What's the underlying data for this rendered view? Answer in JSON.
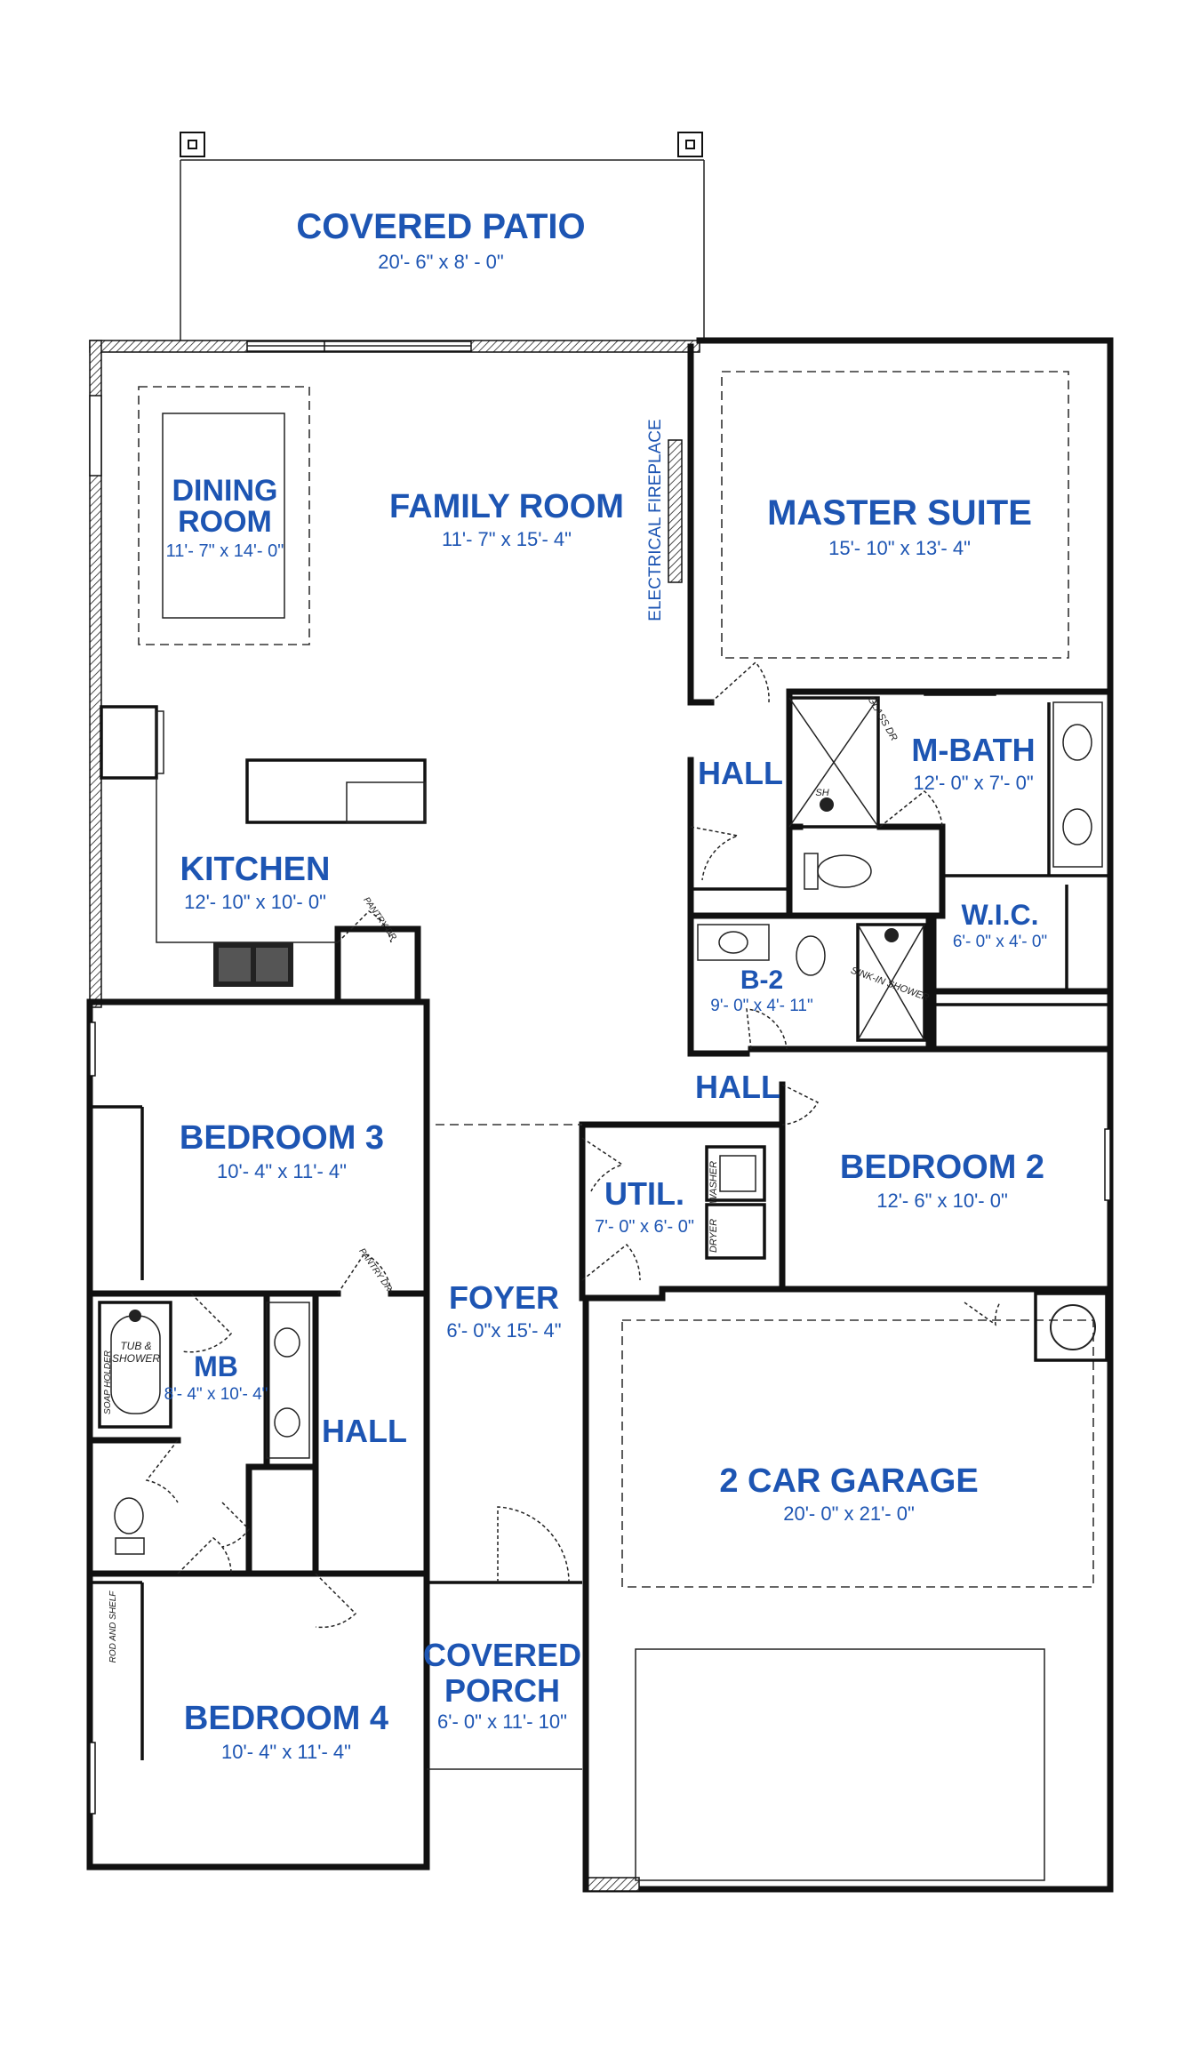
{
  "rooms": {
    "covered_patio": {
      "name": "COVERED PATIO",
      "dim": "20'- 6\" x 8' - 0\""
    },
    "dining_room": {
      "name_line1": "DINING",
      "name_line2": "ROOM",
      "dim": "11'- 7\" x 14'- 0\""
    },
    "family_room": {
      "name": "FAMILY ROOM",
      "dim": "11'- 7\" x 15'- 4\""
    },
    "master_suite": {
      "name": "MASTER SUITE",
      "dim": "15'- 10\" x 13'- 4\""
    },
    "m_bath": {
      "name": "M-BATH",
      "dim": "12'- 0\" x 7'- 0\""
    },
    "wic": {
      "name": "W.I.C.",
      "dim": "6'- 0\" x 4'- 0\""
    },
    "b2": {
      "name": "B-2",
      "dim": "9'- 0\" x 4'- 11\""
    },
    "hall_top": {
      "name": "HALL"
    },
    "hall_mid": {
      "name": "HALL"
    },
    "hall_left": {
      "name": "HALL"
    },
    "kitchen": {
      "name": "KITCHEN",
      "dim": "12'- 10\" x 10'- 0\""
    },
    "bedroom3": {
      "name": "BEDROOM 3",
      "dim": "10'- 4\" x 11'- 4\""
    },
    "bedroom2": {
      "name": "BEDROOM 2",
      "dim": "12'- 6\" x 10'- 0\""
    },
    "util": {
      "name": "UTIL.",
      "dim": "7'- 0\" x 6'- 0\""
    },
    "foyer": {
      "name": "FOYER",
      "dim": "6'- 0\"x 15'- 4\""
    },
    "mb": {
      "name": "MB",
      "dim": "8'- 4\" x 10'- 4\""
    },
    "garage": {
      "name": "2 CAR GARAGE",
      "dim": "20'- 0\" x 21'- 0\""
    },
    "covered_porch": {
      "name_line1": "COVERED",
      "name_line2": "PORCH",
      "dim": "6'- 0\" x 11'- 10\""
    },
    "bedroom4": {
      "name": "BEDROOM 4",
      "dim": "10'- 4\" x 11'- 4\""
    }
  },
  "notes": {
    "fireplace": "ELECTRICAL FIREPLACE",
    "glass_dr": "GLASS DR",
    "sh": "SH",
    "sink_shower": "SINK-IN SHOWER",
    "washer": "WASHER",
    "dryer": "DRYER",
    "tub_shower_1": "TUB &",
    "tub_shower_2": "SHOWER",
    "soap_holder": "SOAP HOLDER",
    "rod_shelf": "ROD AND SHELF",
    "pantry_dr_1": "PANTRY DR",
    "pantry_dr_2": "PANTRY DR"
  },
  "colors": {
    "label": "#1d55b3",
    "wall": "#111111"
  }
}
